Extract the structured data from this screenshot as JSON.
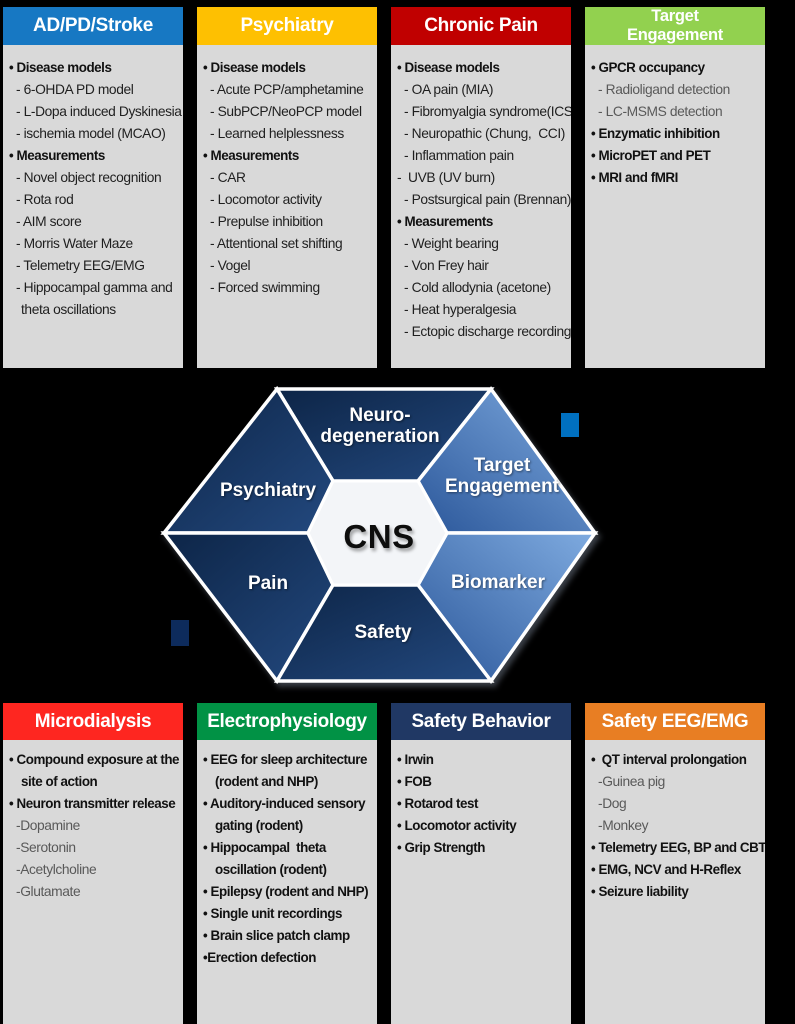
{
  "colors": {
    "canvas_bg": "#000000",
    "panel_body": "#d9d9d9",
    "accent_blue": "#0070c0",
    "accent_navy": "#0d2b5c",
    "hex_dark_start": "#0d2547",
    "hex_dark_end": "#23497f",
    "hex_light_start": "#7fabe0",
    "hex_light_end": "#2b579a",
    "hex_center_fill": "#f3f5f8"
  },
  "top_panels": [
    {
      "title": "AD/PD/Stroke",
      "color": "#1778c3",
      "items": [
        {
          "t": "• Disease models",
          "b": 1
        },
        {
          "t": "- 6-OHDA PD model",
          "ind": 1
        },
        {
          "t": "- L-Dopa induced Dyskinesia",
          "ind": 1
        },
        {
          "t": "- ischemia model (MCAO)",
          "ind": 1
        },
        {
          "t": "• Measurements",
          "b": 1
        },
        {
          "t": "- Novel object recognition",
          "ind": 1
        },
        {
          "t": "- Rota rod",
          "ind": 1
        },
        {
          "t": "- AIM score",
          "ind": 1
        },
        {
          "t": "- Morris Water Maze",
          "ind": 1
        },
        {
          "t": "- Telemetry EEG/EMG",
          "ind": 1
        },
        {
          "t": "- Hippocampal gamma and",
          "ind": 1
        },
        {
          "t": "theta oscillations",
          "ind": 2
        }
      ]
    },
    {
      "title": "Psychiatry",
      "color": "#fec001",
      "items": [
        {
          "t": "• Disease models",
          "b": 1
        },
        {
          "t": "- Acute PCP/amphetamine",
          "ind": 1
        },
        {
          "t": "- SubPCP/NeoPCP model",
          "ind": 1
        },
        {
          "t": "- Learned helplessness",
          "ind": 1
        },
        {
          "t": "• Measurements",
          "b": 1
        },
        {
          "t": "- CAR",
          "ind": 1
        },
        {
          "t": "- Locomotor activity",
          "ind": 1
        },
        {
          "t": "- Prepulse inhibition",
          "ind": 1
        },
        {
          "t": "- Attentional set shifting",
          "ind": 1
        },
        {
          "t": "- Vogel",
          "ind": 1
        },
        {
          "t": "- Forced swimming",
          "ind": 1
        }
      ]
    },
    {
      "title": "Chronic Pain",
      "color": "#c00000",
      "items": [
        {
          "t": "• Disease models",
          "b": 1
        },
        {
          "t": "- OA pain (MIA)",
          "ind": 1
        },
        {
          "t": "- Fibromyalgia syndrome(ICS)",
          "ind": 1
        },
        {
          "t": "- Neuropathic (Chung,  CCI)",
          "ind": 1
        },
        {
          "t": "- Inflammation pain",
          "ind": 1
        },
        {
          "t": "-  UVB (UV burn)",
          "ind": 0
        },
        {
          "t": "- Postsurgical pain (Brennan)",
          "ind": 1
        },
        {
          "t": "• Measurements",
          "b": 1
        },
        {
          "t": "- Weight bearing",
          "ind": 1
        },
        {
          "t": "- Von Frey hair",
          "ind": 1
        },
        {
          "t": "- Cold allodynia (acetone)",
          "ind": 1
        },
        {
          "t": "- Heat hyperalgesia",
          "ind": 1
        },
        {
          "t": "- Ectopic discharge recording",
          "ind": 1
        }
      ]
    },
    {
      "title": "Target\nEngagement",
      "color": "#92d14f",
      "items": [
        {
          "t": "• GPCR occupancy",
          "b": 1
        },
        {
          "t": "- Radioligand detection",
          "ind": 1,
          "g": 1
        },
        {
          "t": "- LC-MSMS detection",
          "ind": 1,
          "g": 1
        },
        {
          "t": "• Enzymatic inhibition",
          "b": 1
        },
        {
          "t": "• MicroPET and PET",
          "b": 1
        },
        {
          "t": "• MRI and fMRI",
          "b": 1
        }
      ]
    }
  ],
  "bottom_panels": [
    {
      "title": "Microdialysis",
      "color": "#fe2620",
      "items": [
        {
          "t": "• Compound exposure at the",
          "b": 1
        },
        {
          "t": "site of action",
          "b": 1,
          "ind": 2
        },
        {
          "t": "• Neuron transmitter release",
          "b": 1
        },
        {
          "t": "-Dopamine",
          "ind": 1,
          "g": 1
        },
        {
          "t": "-Serotonin",
          "ind": 1,
          "g": 1
        },
        {
          "t": "-Acetylcholine",
          "ind": 1,
          "g": 1
        },
        {
          "t": "-Glutamate",
          "ind": 1,
          "g": 1
        }
      ]
    },
    {
      "title": "Electrophysiology",
      "color": "#019245",
      "items": [
        {
          "t": "• EEG for sleep architecture",
          "b": 1
        },
        {
          "t": "(rodent and NHP)",
          "b": 1,
          "ind": 2
        },
        {
          "t": "• Auditory-induced sensory",
          "b": 1
        },
        {
          "t": "gating (rodent)",
          "b": 1,
          "ind": 2
        },
        {
          "t": "• Hippocampal  theta",
          "b": 1
        },
        {
          "t": "oscillation (rodent)",
          "b": 1,
          "ind": 2
        },
        {
          "t": "• Epilepsy (rodent and NHP)",
          "b": 1
        },
        {
          "t": "• Single unit recordings",
          "b": 1
        },
        {
          "t": "• Brain slice patch clamp",
          "b": 1
        },
        {
          "t": "•Erection defection",
          "b": 1
        }
      ]
    },
    {
      "title": "Safety Behavior",
      "color": "#203864",
      "items": [
        {
          "t": "• Irwin",
          "b": 1
        },
        {
          "t": "• FOB",
          "b": 1
        },
        {
          "t": "• Rotarod test",
          "b": 1
        },
        {
          "t": "• Locomotor activity",
          "b": 1
        },
        {
          "t": "• Grip Strength",
          "b": 1
        }
      ]
    },
    {
      "title": "Safety EEG/EMG",
      "color": "#e87e23",
      "items": [
        {
          "t": "•  QT interval prolongation",
          "b": 1
        },
        {
          "t": "-Guinea pig",
          "ind": 1,
          "g": 1
        },
        {
          "t": "-Dog",
          "ind": 1,
          "g": 1
        },
        {
          "t": "-Monkey",
          "ind": 1,
          "g": 1
        },
        {
          "t": "• Telemetry EEG, BP and CBT",
          "b": 1
        },
        {
          "t": "• EMG, NCV and H-Reflex",
          "b": 1
        },
        {
          "t": "• Seizure liability",
          "b": 1
        }
      ]
    }
  ],
  "hexagon": {
    "center_label": "CNS",
    "segments": {
      "neurodegeneration": {
        "line1": "Neuro-",
        "line2": "degeneration"
      },
      "psychiatry": {
        "label": "Psychiatry"
      },
      "target_engagement": {
        "line1": "Target",
        "line2": "Engagement"
      },
      "pain": {
        "label": "Pain"
      },
      "biomarker": {
        "label": "Biomarker"
      },
      "safety": {
        "label": "Safety"
      }
    }
  }
}
